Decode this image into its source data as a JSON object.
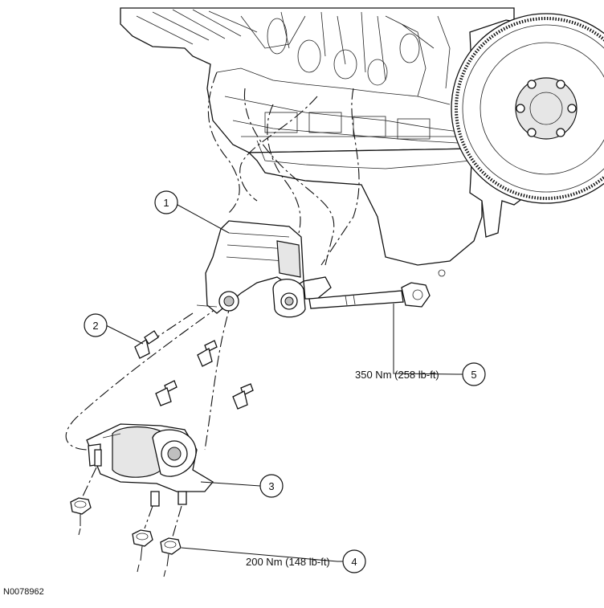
{
  "figure_id": "N0078962",
  "callouts": [
    {
      "number": "1"
    },
    {
      "number": "2"
    },
    {
      "number": "3"
    },
    {
      "number": "4",
      "torque": "200 Nm (148 lb-ft)"
    },
    {
      "number": "5",
      "torque": "350 Nm (258 lb-ft)"
    }
  ]
}
